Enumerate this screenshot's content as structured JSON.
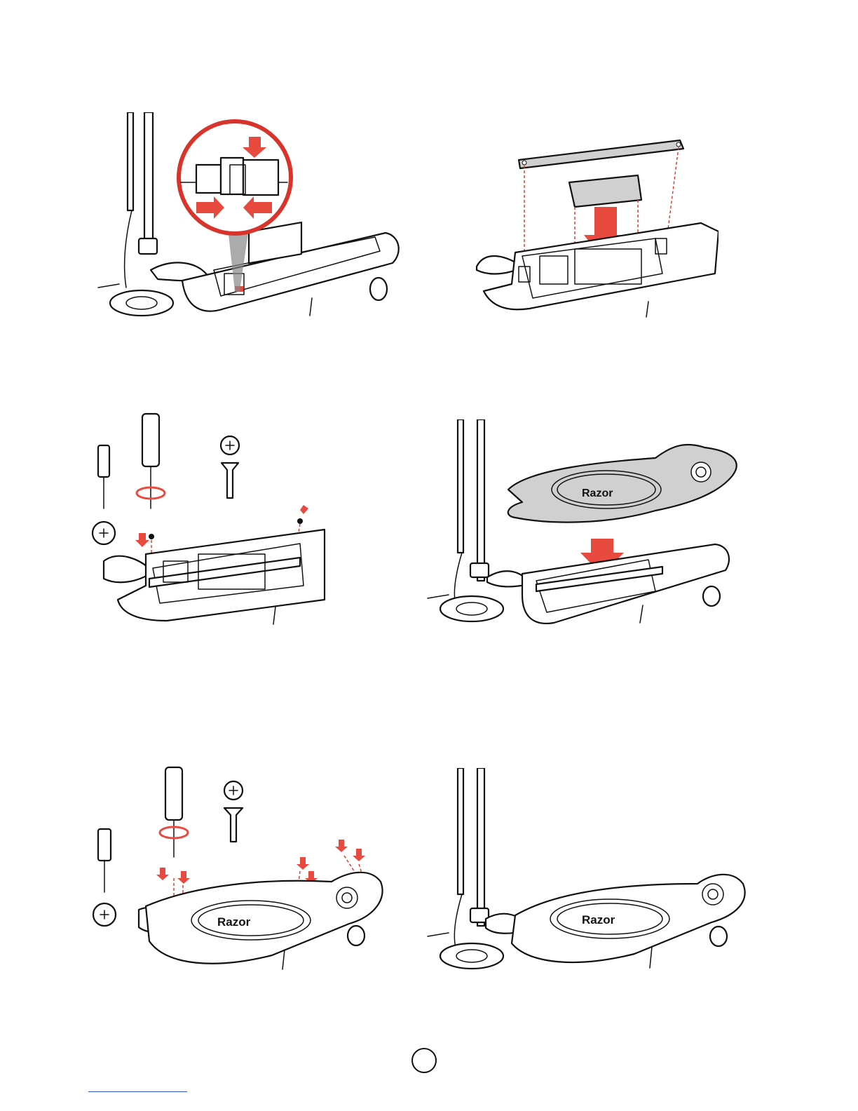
{
  "illustrations": {
    "step1": {
      "description_icon": "connector-push-together-icon"
    },
    "step2": {
      "description_icon": "install-battery-and-strap-icon"
    },
    "step3": {
      "description_icon": "screw-in-strap-icon"
    },
    "step4": {
      "description_icon": "place-deck-plate-icon",
      "logo_text": "Razor"
    },
    "step5": {
      "description_icon": "screw-in-deck-plate-icon",
      "logo_text": "Razor"
    },
    "step6": {
      "description_icon": "assembled-scooter-icon",
      "logo_text": "Razor"
    }
  },
  "page_number": "",
  "colors": {
    "accent": "#e84a3f",
    "line": "#111111",
    "footer_rule": "#3355cc"
  }
}
